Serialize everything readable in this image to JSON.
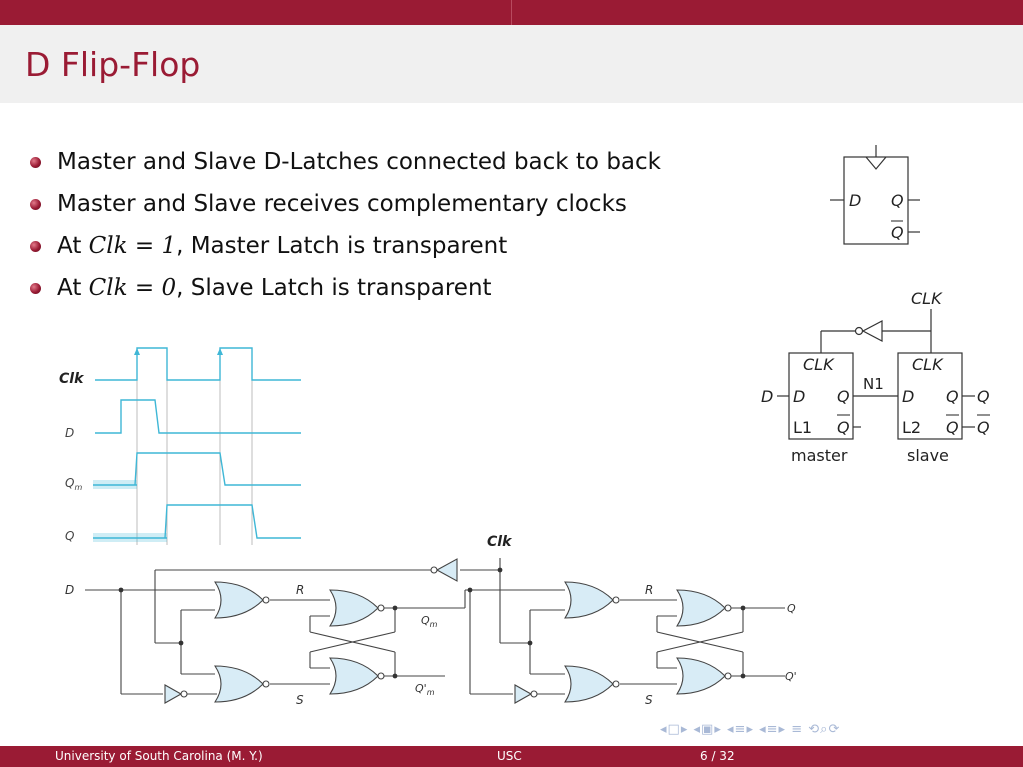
{
  "slide": {
    "title": "D Flip-Flop",
    "bullets": [
      {
        "pre": "Master and Slave D-Latches connected back to back",
        "math": "",
        "post": ""
      },
      {
        "pre": "Master and Slave receives complementary clocks",
        "math": "",
        "post": ""
      },
      {
        "pre": "At ",
        "math": "Clk = 1",
        "post": ", Master Latch is transparent"
      },
      {
        "pre": "At ",
        "math": "Clk = 0",
        "post": ", Slave Latch is transparent"
      }
    ]
  },
  "symbol": {
    "d": "D",
    "q": "Q",
    "qbar": "Q"
  },
  "latch_diagram": {
    "clk_top": "CLK",
    "l1": {
      "clk": "CLK",
      "d": "D",
      "q": "Q",
      "qbar": "Q",
      "name": "L1",
      "caption": "master"
    },
    "l2": {
      "clk": "CLK",
      "d": "D",
      "q": "Q",
      "qbar": "Q",
      "name": "L2",
      "caption": "slave"
    },
    "node": "N1",
    "input": "D",
    "out_q": "Q",
    "out_qbar": "Q"
  },
  "timing": {
    "labels": {
      "clk": "Clk",
      "d": "D",
      "qm": "Q",
      "qm_sub": "m",
      "q": "Q"
    },
    "color": "#3fb7d6"
  },
  "circuit": {
    "clk": "Clk",
    "d": "D",
    "r1": "R",
    "s1": "S",
    "qm": "Q",
    "qm_sub": "m",
    "qmp": "Q'",
    "qmp_sub": "m",
    "r2": "R",
    "s2": "S",
    "q": "Q",
    "qp": "Q'",
    "gate_fill": "#d8ecf6"
  },
  "footer": {
    "left": "University of South Carolina (M. Y.)",
    "center": "USC",
    "page": "6 / 32"
  },
  "colors": {
    "accent": "#9a1b34",
    "title_bg": "#f0f0f0"
  }
}
